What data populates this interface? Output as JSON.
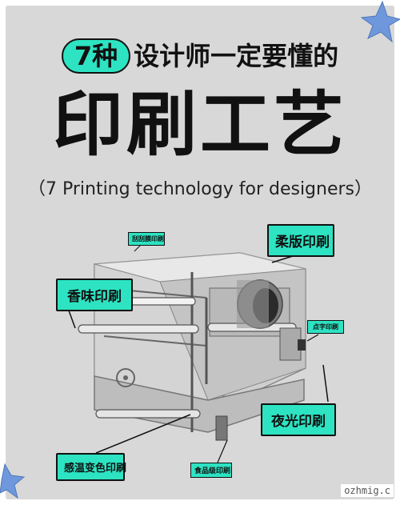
{
  "header": {
    "pill_text": "7种",
    "headline_rest": "设计师一定要懂的",
    "big_title": "印刷工艺",
    "subtitle": "（7 Printing technology for designers）"
  },
  "tags": {
    "flexo": "柔版印刷",
    "scented": "香味印刷",
    "scratch": "刮刮膜印刷",
    "spot": "点字印刷",
    "glow": "夜光印刷",
    "thermo": "感温变色印刷",
    "food": "食品级印刷"
  },
  "watermark": "ozhmig.c",
  "colors": {
    "accent": "#2de3c2",
    "background": "#d8d8d8",
    "star": "#6f98dc"
  }
}
